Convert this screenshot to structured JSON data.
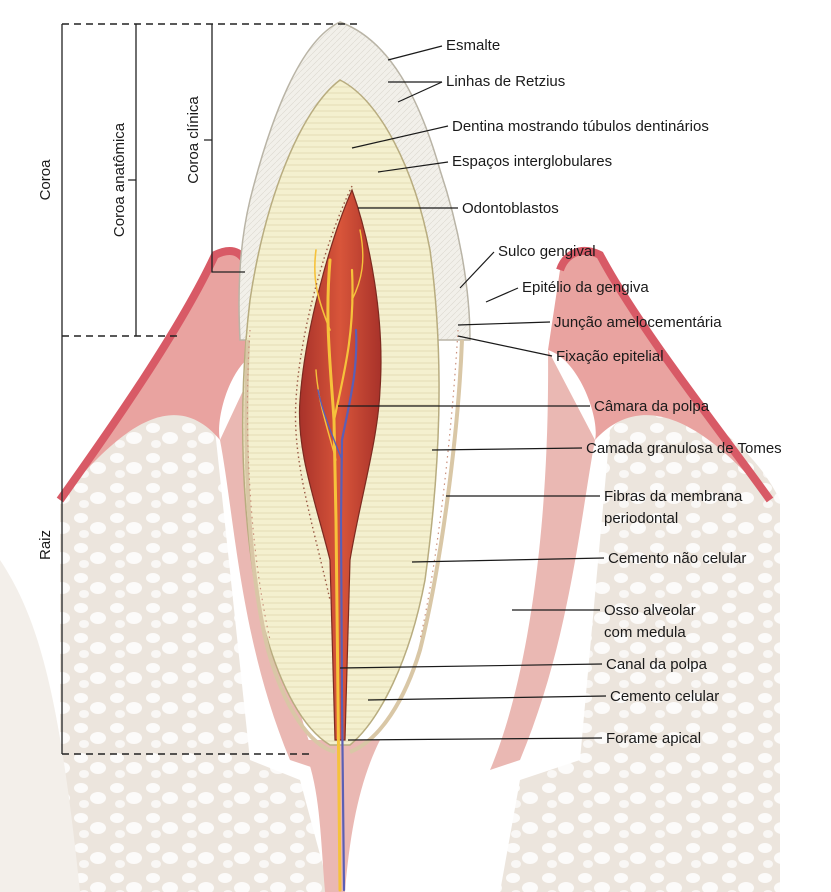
{
  "labels": {
    "esmalte": "Esmalte",
    "linhas_retzius": "Linhas de Retzius",
    "dentina": "Dentina mostrando túbulos dentinários",
    "espacos": "Espaços interglobulares",
    "odontoblastos": "Odontoblastos",
    "sulco": "Sulco gengival",
    "epitelio": "Epitélio da gengiva",
    "juncao": "Junção amelocementária",
    "fixacao": "Fixação epitelial",
    "camara": "Câmara da polpa",
    "camada_tomes": "Camada granulosa de Tomes",
    "fibras_1": "Fibras da membrana",
    "fibras_2": "periodontal",
    "cemento_nao": "Cemento não celular",
    "osso_1": "Osso alveolar",
    "osso_2": "com medula",
    "canal": "Canal da polpa",
    "cemento_cel": "Cemento celular",
    "forame": "Forame apical"
  },
  "brackets": {
    "coroa": "Coroa",
    "coroa_anatomica": "Coroa anatômica",
    "coroa_clinica": "Coroa clínica",
    "raiz": "Raiz"
  },
  "colors": {
    "gum": "#e89a9a",
    "gum_edge": "#d9656f",
    "gum_inner": "#f2c2c0",
    "bone": "#ece4dc",
    "bone_dark": "#d6cdc4",
    "enamel": "#f1efe8",
    "dentin": "#f3efc9",
    "pulp": "#c9472e",
    "pulp_light": "#e2773f",
    "vessel_yellow": "#f6c23b",
    "vessel_blue": "#5b5fb5",
    "cementum": "#f7efe2"
  }
}
